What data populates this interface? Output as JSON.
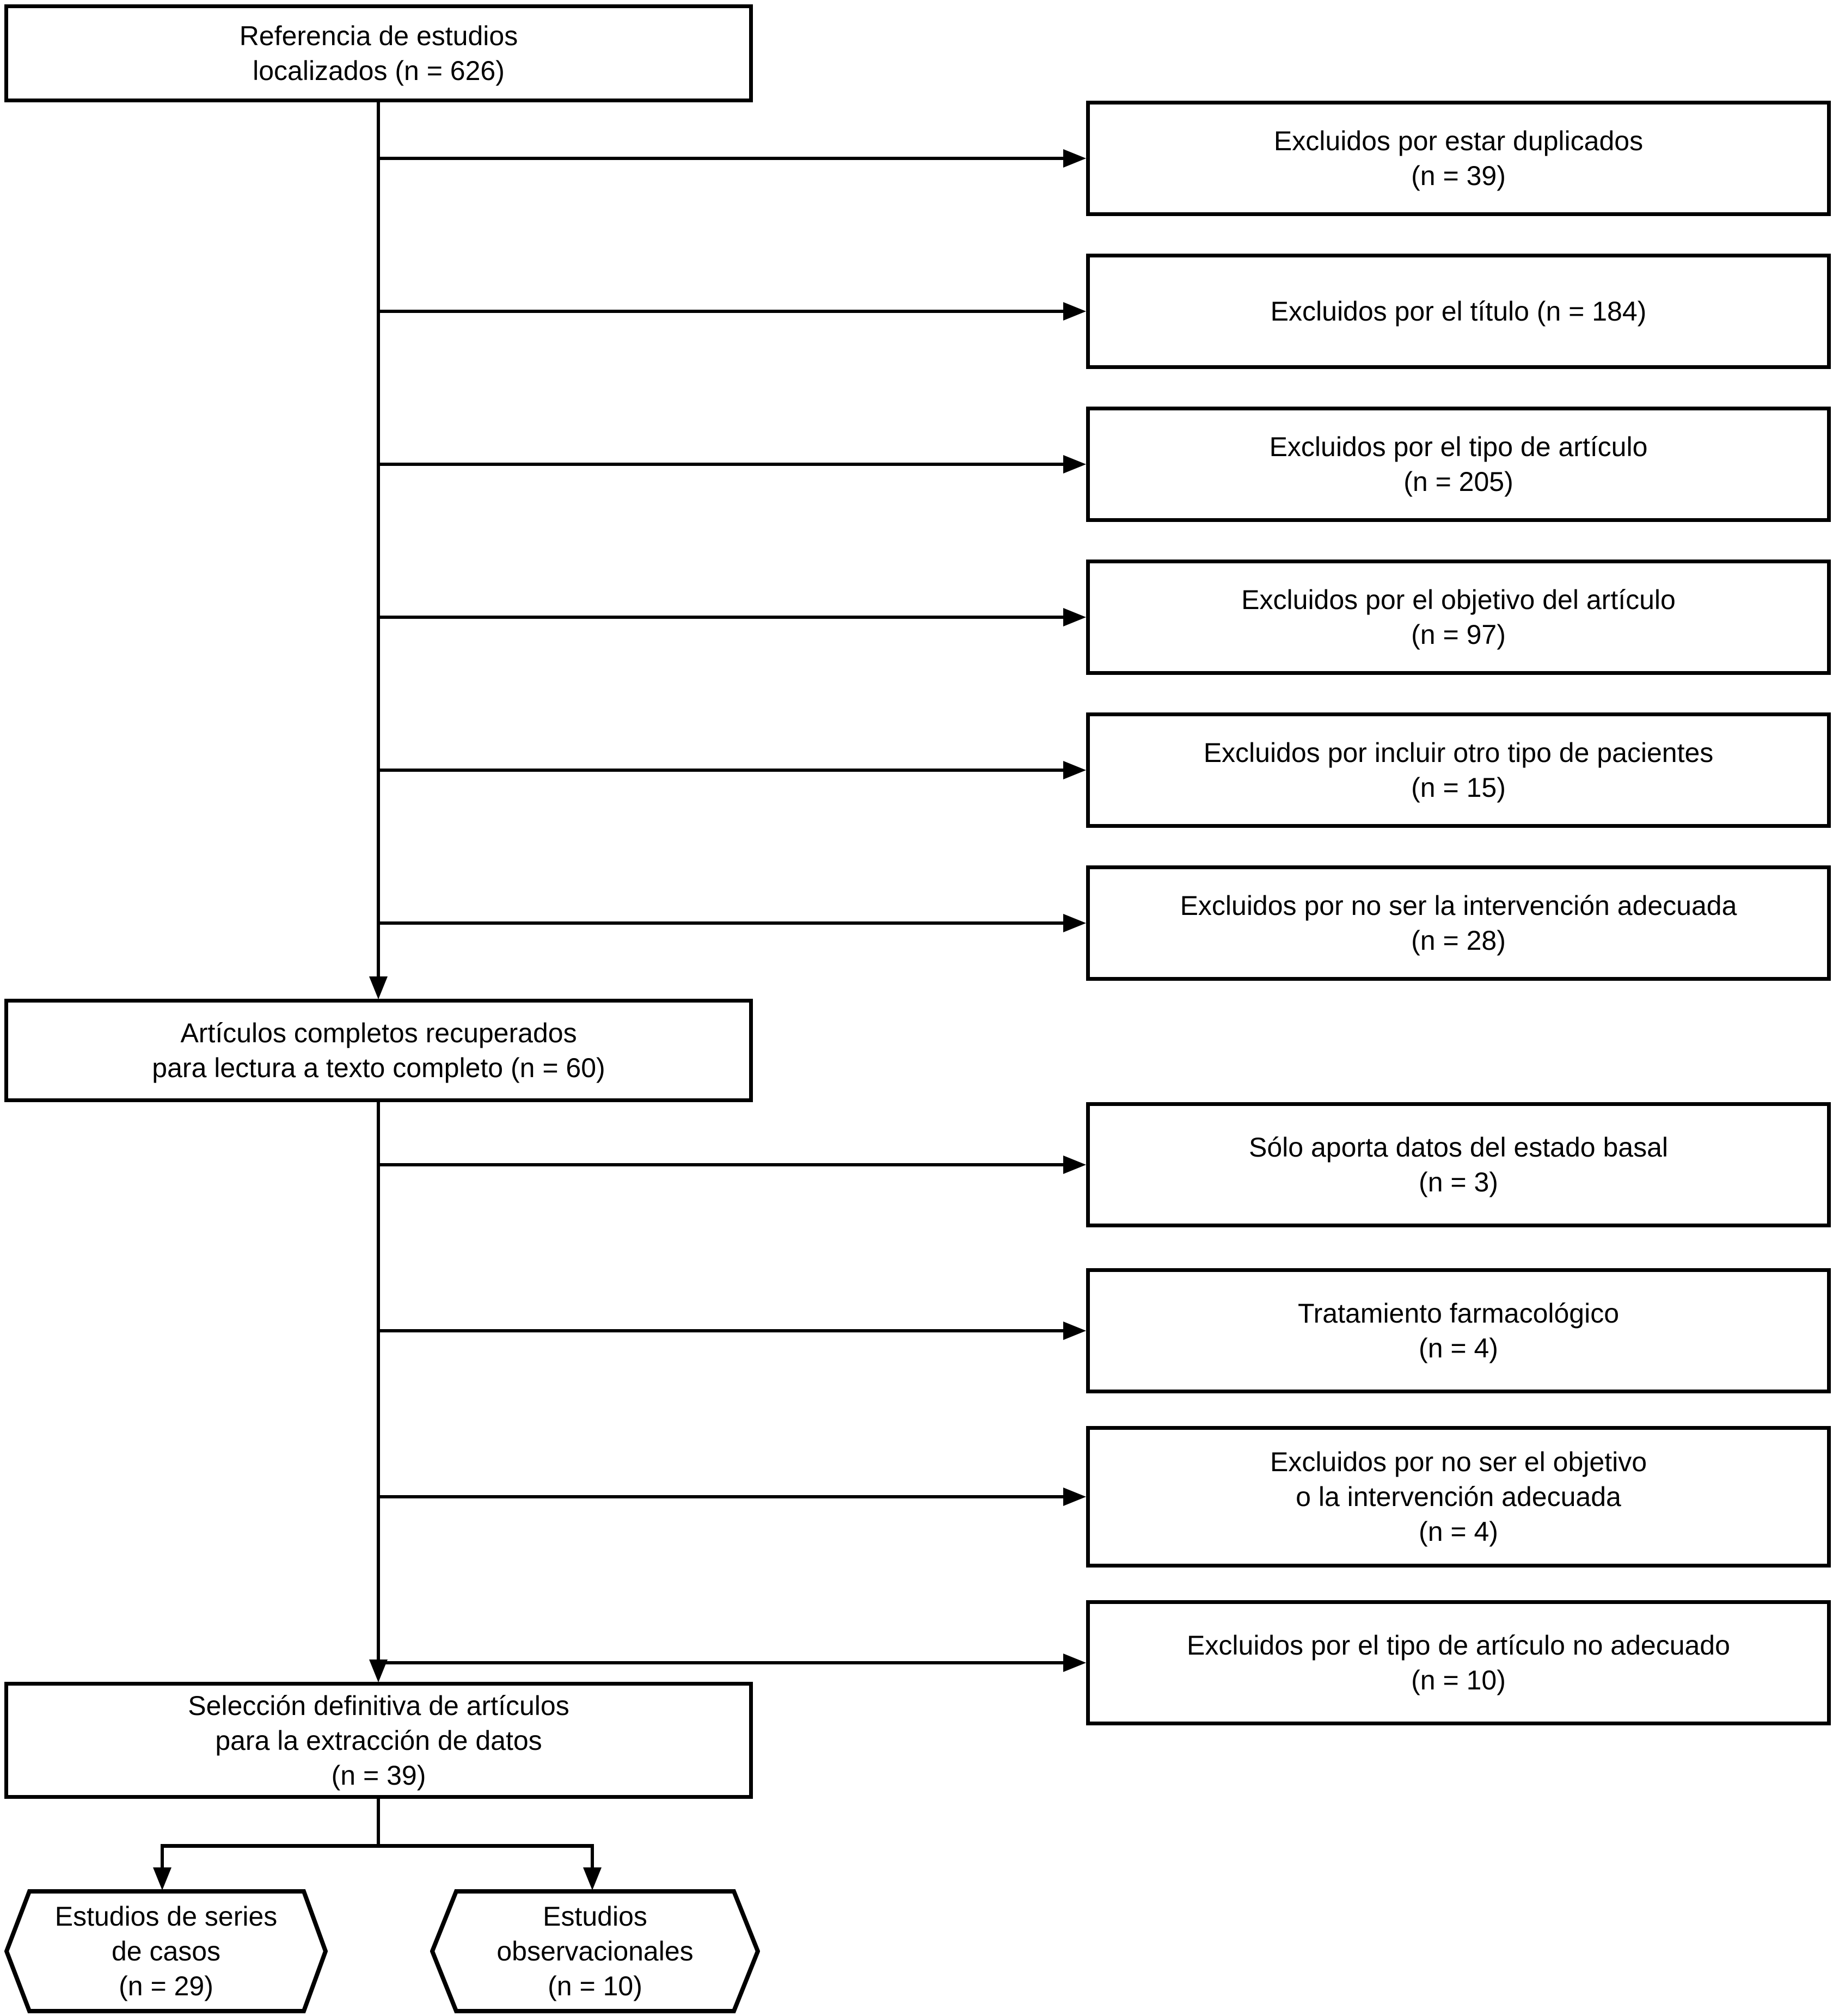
{
  "diagram": {
    "source_box": {
      "lines": [
        "Referencia de estudios",
        "localizados (n = 626)"
      ]
    },
    "fulltext_box": {
      "lines": [
        "Artículos completos recuperados",
        "para lectura a texto completo (n = 60)"
      ]
    },
    "final_selection_box": {
      "lines": [
        "Selección definitiva de artículos",
        "para la extracción de datos",
        "(n = 39)"
      ]
    },
    "exclusions_stage1": [
      {
        "lines": [
          "Excluidos por estar duplicados",
          "(n = 39)"
        ]
      },
      {
        "lines": [
          "Excluidos por el título (n = 184)"
        ]
      },
      {
        "lines": [
          "Excluidos por el tipo de artículo",
          "(n = 205)"
        ]
      },
      {
        "lines": [
          "Excluidos por el objetivo del artículo",
          "(n = 97)"
        ]
      },
      {
        "lines": [
          "Excluidos por incluir otro tipo de pacientes",
          "(n = 15)"
        ]
      },
      {
        "lines": [
          "Excluidos por no ser la intervención adecuada",
          "(n = 28)"
        ]
      }
    ],
    "exclusions_stage2": [
      {
        "lines": [
          "Sólo aporta datos del estado basal",
          "(n = 3)"
        ]
      },
      {
        "lines": [
          "Tratamiento farmacológico",
          "(n = 4)"
        ]
      },
      {
        "lines": [
          "Excluidos por no ser el objetivo",
          "o la intervención adecuada",
          "(n = 4)"
        ]
      },
      {
        "lines": [
          "Excluidos por el tipo de artículo no adecuado",
          "(n = 10)"
        ]
      }
    ],
    "outcome_hexagons": [
      {
        "lines": [
          "Estudios de series",
          "de casos",
          "(n = 29)"
        ]
      },
      {
        "lines": [
          "Estudios",
          "observacionales",
          "(n = 10)"
        ]
      }
    ],
    "colors": {
      "line": "#000000",
      "box_border": "#000000",
      "box_fill": "#ffffff",
      "text": "#000000",
      "background": "#ffffff"
    }
  }
}
